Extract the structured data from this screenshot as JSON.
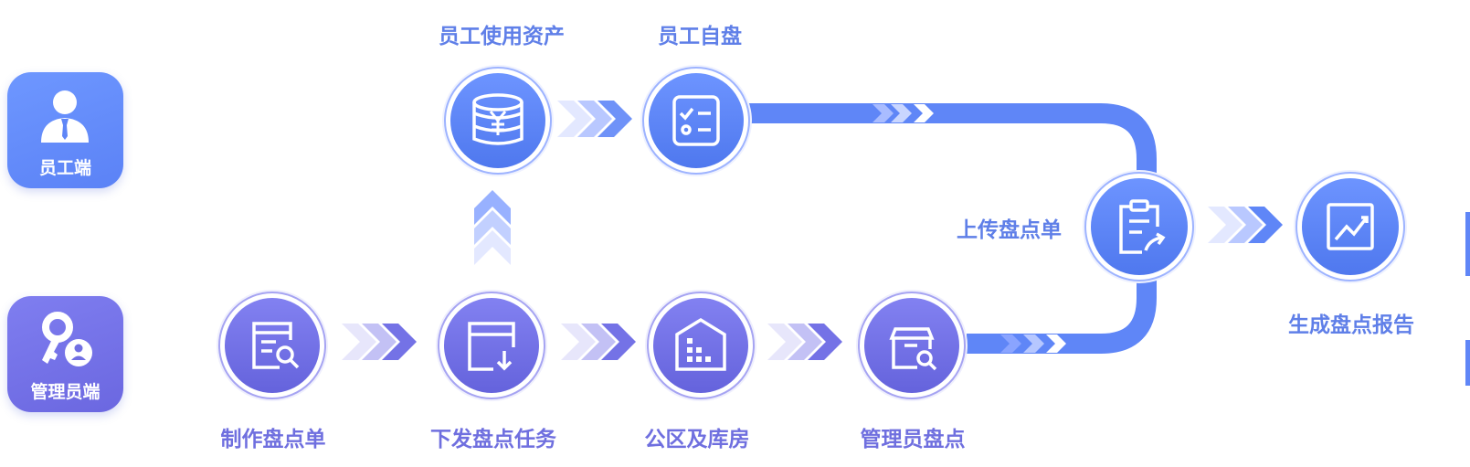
{
  "colors": {
    "employee_blue": "#5f86f7",
    "admin_purple": "#716fe3",
    "ring_light": "#e9edff"
  },
  "roles": {
    "employee": {
      "label": "员工端",
      "icon": "person-icon"
    },
    "admin": {
      "label": "管理员端",
      "icon": "key-user-icon"
    }
  },
  "steps": {
    "employee_assets": {
      "label": "员工使用资产",
      "icon": "coins-yen-icon"
    },
    "employee_self_check": {
      "label": "员工自盘",
      "icon": "checklist-icon"
    },
    "create_sheet": {
      "label": "制作盘点单",
      "icon": "document-search-icon"
    },
    "dispatch_task": {
      "label": "下发盘点任务",
      "icon": "download-task-icon"
    },
    "public_warehouse": {
      "label": "公区及库房",
      "icon": "warehouse-icon"
    },
    "admin_check": {
      "label": "管理员盘点",
      "icon": "box-search-icon"
    },
    "upload_sheet": {
      "label": "上传盘点单",
      "icon": "clipboard-upload-icon"
    },
    "report": {
      "label": "生成盘点报告",
      "icon": "chart-report-icon"
    }
  }
}
